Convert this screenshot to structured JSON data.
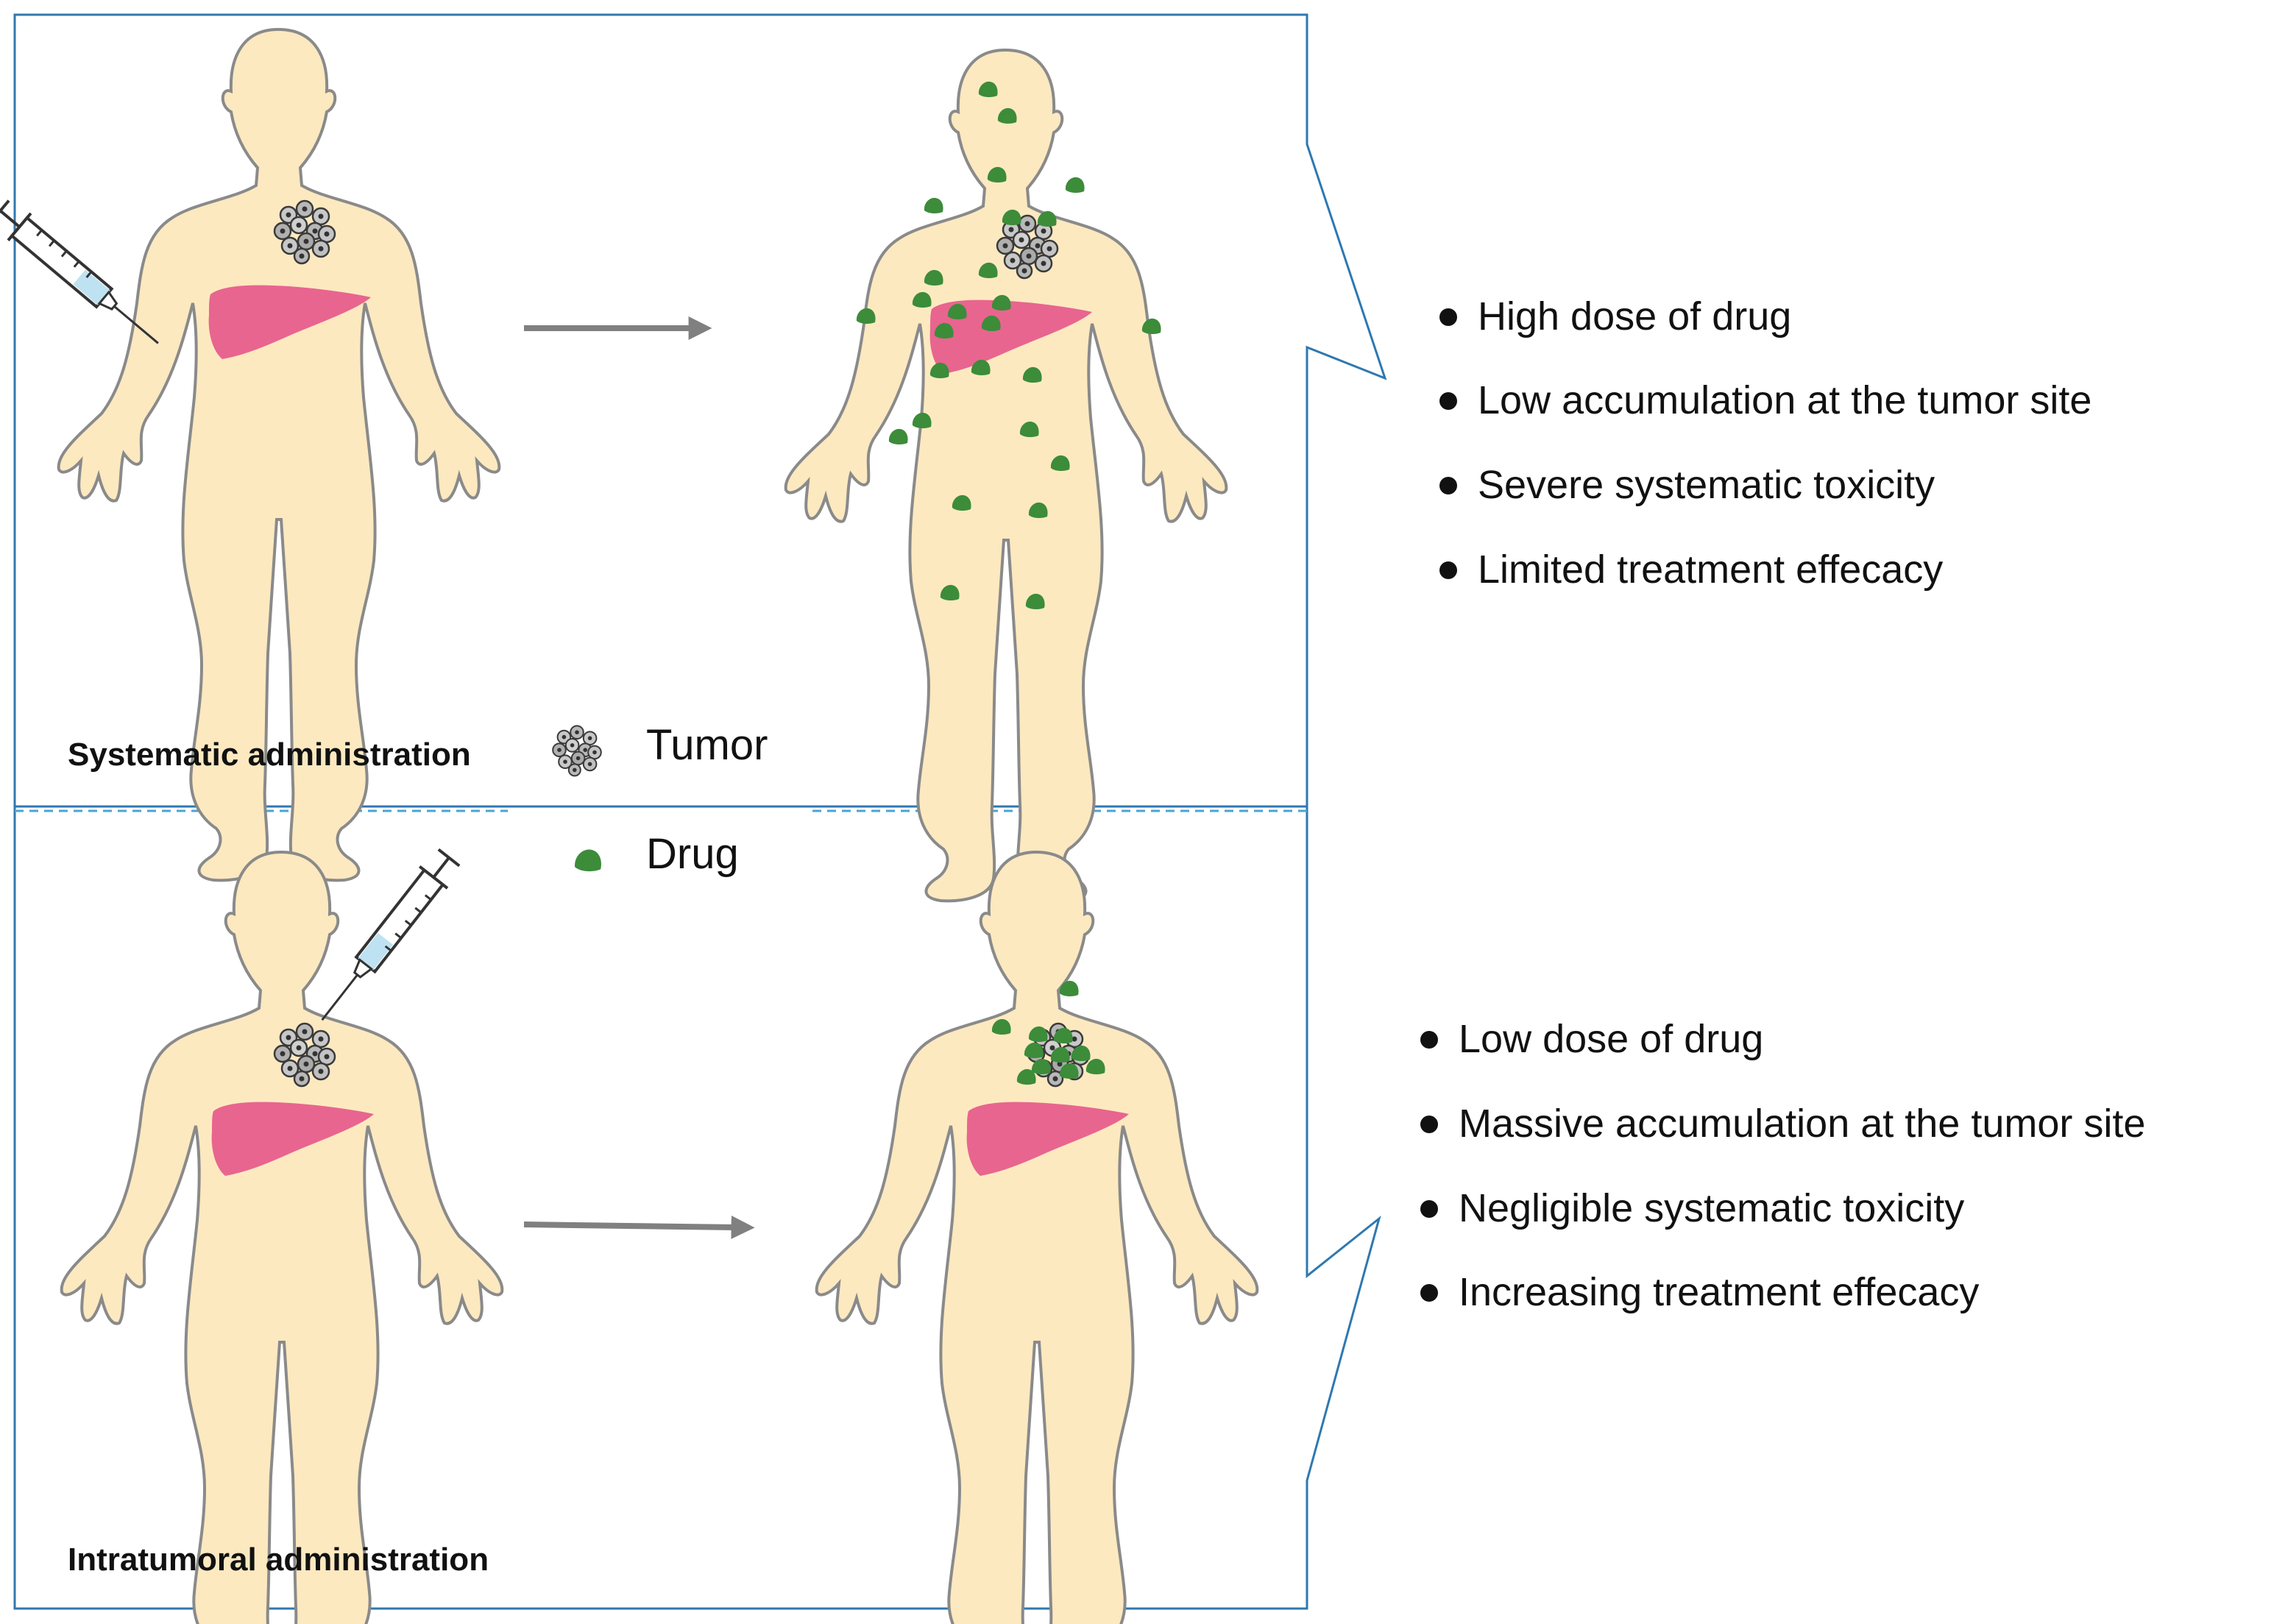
{
  "systemic": {
    "label": "Systematic administration",
    "points": [
      "High dose of drug",
      "Low accumulation at the tumor site",
      "Severe systematic toxicity",
      "Limited treatment effecacy"
    ]
  },
  "intratumoral": {
    "label": "Intratumoral administration",
    "points": [
      "Low dose of drug",
      "Massive accumulation at the tumor site",
      "Negligible systematic toxicity",
      "Increasing treatment effecacy"
    ]
  },
  "legend": {
    "tumor_label": "Tumor",
    "drug_label": "Drug"
  },
  "colors": {
    "skin": "#fde9c0",
    "skin_outline": "#8a8a8a",
    "liver": "#e8658f",
    "drug": "#3c8c3a",
    "tumor": "#7a7a7a",
    "arrow": "#808080",
    "frame": "#2f78b0",
    "divider": "#4aa3d6"
  },
  "icons": {
    "syringe": "syringe-icon",
    "tumor": "tumor-icon",
    "drug": "drug-icon",
    "liver": "liver-icon"
  }
}
